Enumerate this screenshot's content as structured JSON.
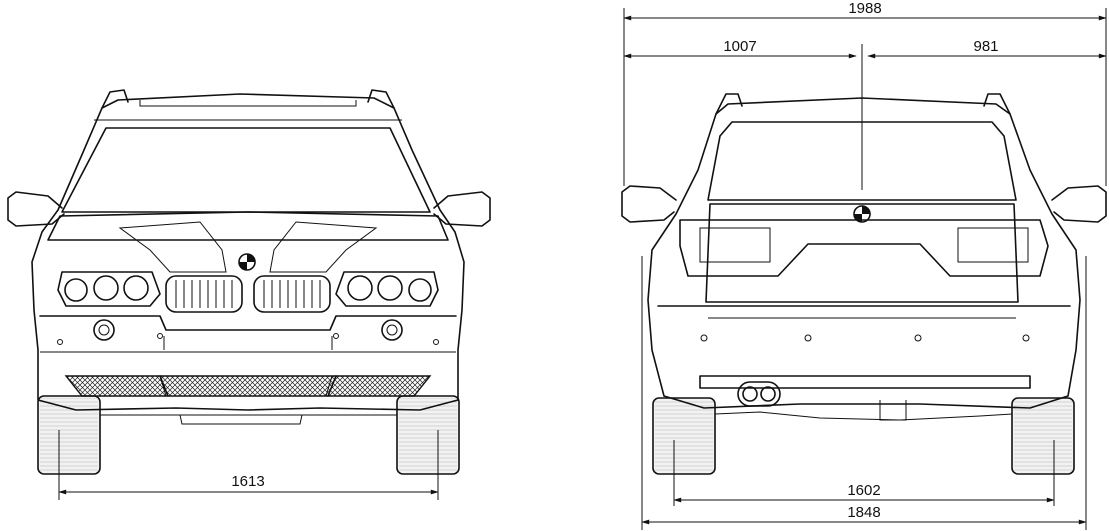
{
  "front_view": {
    "track_width": "1613"
  },
  "rear_view": {
    "overall_width": "1988",
    "left_half": "1007",
    "right_half": "981",
    "track_width": "1602",
    "body_width": "1848"
  }
}
